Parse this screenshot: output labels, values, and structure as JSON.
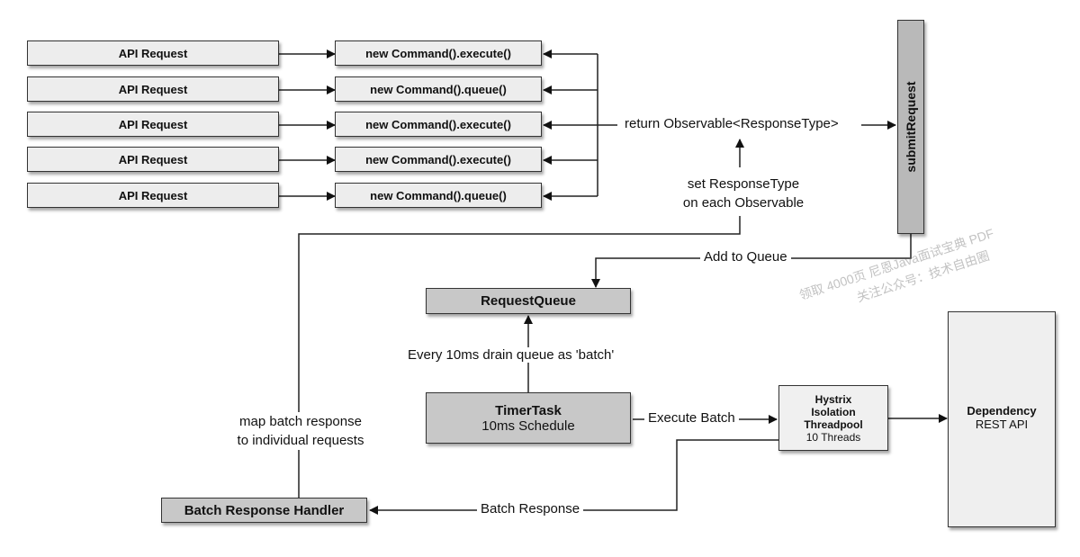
{
  "api_requests": [
    "API Request",
    "API Request",
    "API Request",
    "API Request",
    "API Request"
  ],
  "commands": [
    "new Command().execute()",
    "new Command().queue()",
    "new Command().execute()",
    "new Command().execute()",
    "new Command().queue()"
  ],
  "submit_request": "submitRequest",
  "return_observable": "return Observable<ResponseType>",
  "set_response_type": [
    "set ResponseType",
    "on each Observable"
  ],
  "add_to_queue": "Add to Queue",
  "request_queue": "RequestQueue",
  "drain_queue": "Every 10ms drain queue as 'batch'",
  "timer_task": {
    "title": "TimerTask",
    "subtitle": "10ms Schedule"
  },
  "execute_batch": "Execute Batch",
  "threadpool": {
    "line1": "Hystrix",
    "line2": "Isolation",
    "line3": "Threadpool",
    "line4": "10 Threads"
  },
  "dependency": {
    "title": "Dependency",
    "subtitle": "REST API"
  },
  "map_batch": [
    "map batch response",
    "to individual requests"
  ],
  "batch_response": "Batch Response",
  "batch_handler": "Batch Response Handler",
  "watermark": [
    "领取 4000页 尼恩Java面试宝典 PDF",
    "关注公众号：技术自由圈"
  ]
}
